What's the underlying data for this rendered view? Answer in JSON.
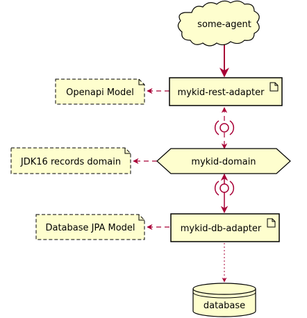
{
  "nodes": {
    "agent": "some-agent",
    "rest_adapter": "mykid-rest-adapter",
    "domain": "mykid-domain",
    "db_adapter": "mykid-db-adapter",
    "database": "database"
  },
  "notes": {
    "openapi": "Openapi Model",
    "records": "JDK16 records domain",
    "jpa": "Database JPA Model"
  },
  "colors": {
    "fill": "#FEFECE",
    "border": "#000000",
    "arrow": "#A80036"
  }
}
